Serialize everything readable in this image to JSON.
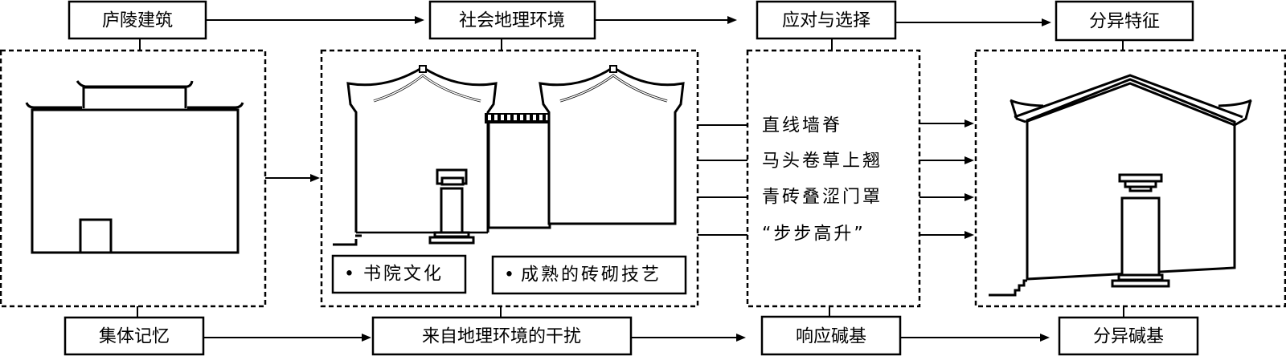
{
  "diagram": {
    "top_row": [
      {
        "id": "luling-architecture",
        "label": "庐陵建筑"
      },
      {
        "id": "social-geo-environment",
        "label": "社会地理环境"
      },
      {
        "id": "response-choice",
        "label": "应对与选择"
      },
      {
        "id": "differentiation-features",
        "label": "分异特征"
      }
    ],
    "bottom_row": [
      {
        "id": "collective-memory",
        "label": "集体记忆"
      },
      {
        "id": "geo-interference",
        "label": "来自地理环境的干扰"
      },
      {
        "id": "response-base",
        "label": "响应碱基"
      },
      {
        "id": "differentiation-base",
        "label": "分异碱基"
      }
    ],
    "panel2_tags": [
      {
        "bullet": "•",
        "label": "书院文化"
      },
      {
        "bullet": "•",
        "label": "成熟的砖砌技艺"
      }
    ],
    "panel3_items": [
      "直线墙脊",
      "马头卷草上翘",
      "青砖叠涩门罩",
      "“步步高升”"
    ],
    "icons": {
      "panel1": "luling-house-drawing",
      "panel2": "huizhou-style-houses-drawing",
      "panel4": "gable-house-drawing"
    }
  }
}
